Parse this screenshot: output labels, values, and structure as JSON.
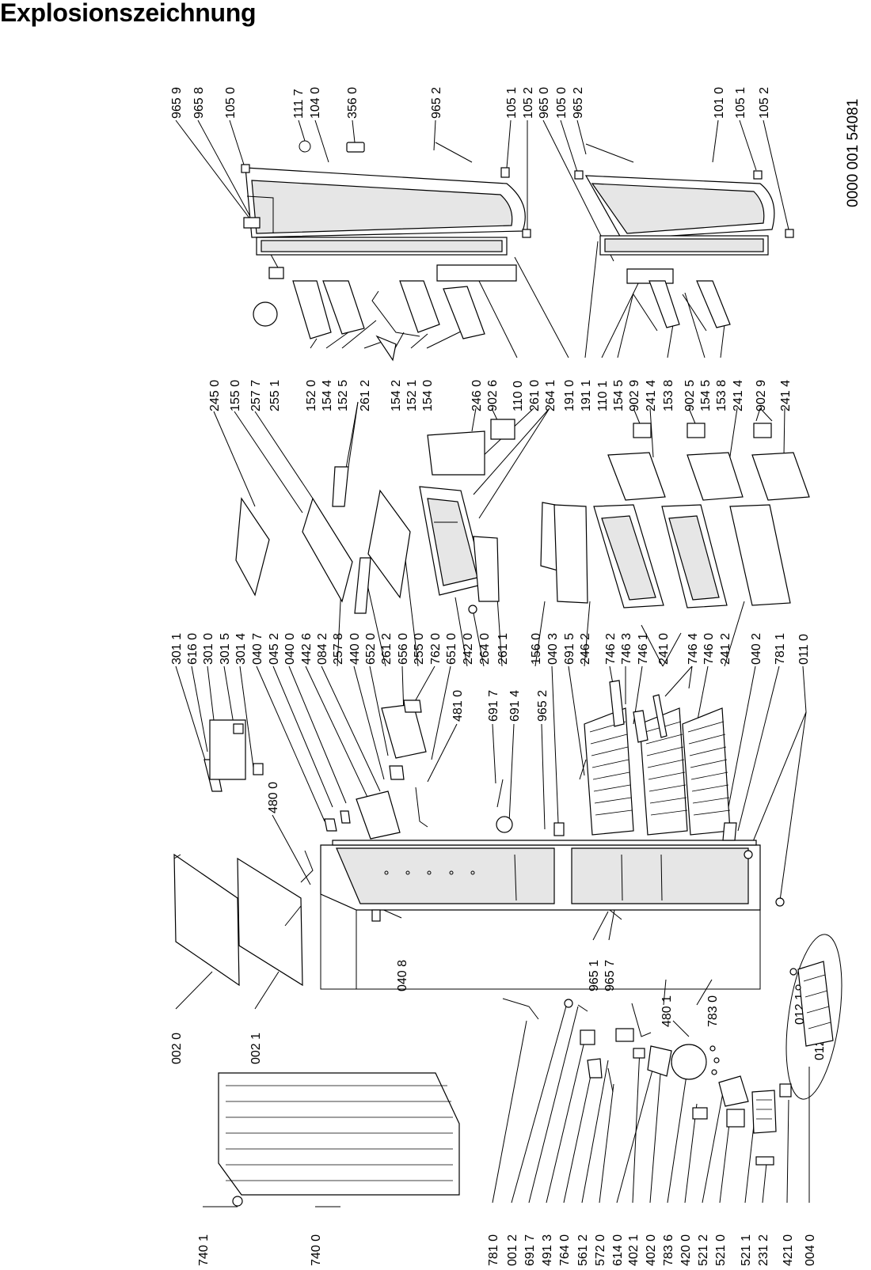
{
  "title": "Explosionszeichnung",
  "document_number": "0000 001 54081",
  "labels": {
    "top_row": [
      "965 9",
      "965 8",
      "105 0",
      "111 7",
      "104 0",
      "356 0",
      "965 2",
      "105 1",
      "105 2",
      "965 0",
      "105 0",
      "965 2",
      "101 0",
      "105 1",
      "105 2"
    ],
    "door_row": [
      "152 0",
      "154 4",
      "152 5",
      "261 2",
      "154 2",
      "152 1",
      "154 0",
      "246 0",
      "902 6",
      "110 0",
      "261 0",
      "264 1",
      "191 0",
      "191 1",
      "110 1",
      "154 5",
      "902 9",
      "241 4",
      "153 8",
      "902 5",
      "154 5",
      "153 8",
      "241 4",
      "902 9",
      "241 4"
    ],
    "upper_mid": [
      "245 0",
      "155 0",
      "257 7",
      "255 1"
    ],
    "middle_row": [
      "301 1",
      "616 0",
      "301 0",
      "301 5",
      "301 4",
      "040 7",
      "045 2",
      "040 0",
      "442 6",
      "084 2",
      "257 8",
      "440 0",
      "652 0",
      "261 2",
      "656 0",
      "255 0",
      "762 0",
      "651 0",
      "242 0",
      "264 0",
      "261 1",
      "156 0",
      "040 3",
      "691 5",
      "246 2",
      "746 2",
      "746 3",
      "746 1",
      "241 0",
      "746 4",
      "746 0",
      "241 2",
      "040 2",
      "781 1",
      "011 0"
    ],
    "cabinet": [
      "480 0",
      "481 0",
      "691 7",
      "691 4",
      "965 2",
      "040 8",
      "965 1",
      "965 7"
    ],
    "lower_left": [
      "002 0",
      "002 1",
      "740 1",
      "740 0"
    ],
    "bottom_row": [
      "781 0",
      "001 2",
      "691 7",
      "491 3",
      "764 0",
      "561 2",
      "572 0",
      "614 0",
      "402 1",
      "402 0",
      "783 6",
      "420 0",
      "521 2",
      "521 0",
      "521 1",
      "231 2",
      "421 0",
      "004 0"
    ],
    "compressor_area": [
      "480 1",
      "783 0"
    ],
    "oval_inset": [
      "012 1",
      "012 2"
    ]
  }
}
